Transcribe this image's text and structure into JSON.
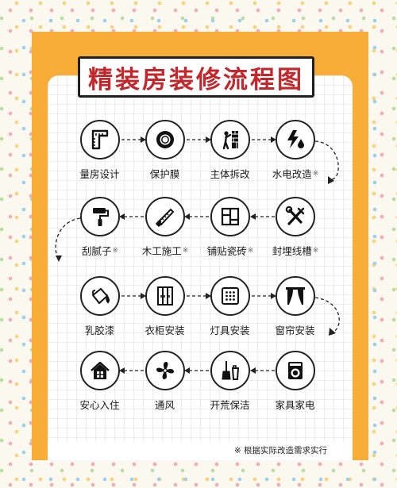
{
  "title": "精装房装修流程图",
  "steps": [
    {
      "label": "量房设计",
      "icon": "ruler-icon",
      "note": ""
    },
    {
      "label": "保护膜",
      "icon": "tape-roll-icon",
      "note": ""
    },
    {
      "label": "主体拆改",
      "icon": "demolition-icon",
      "note": ""
    },
    {
      "label": "水电改造",
      "icon": "water-electric-icon",
      "note": "※"
    },
    {
      "label": "封埋线槽",
      "icon": "tools-icon",
      "note": "※"
    },
    {
      "label": "铺贴瓷砖",
      "icon": "tiles-icon",
      "note": "※"
    },
    {
      "label": "木工施工",
      "icon": "saw-icon",
      "note": "※"
    },
    {
      "label": "刮腻子",
      "icon": "paint-roller-icon",
      "note": "※"
    },
    {
      "label": "乳胶漆",
      "icon": "paint-bucket-icon",
      "note": ""
    },
    {
      "label": "衣柜安装",
      "icon": "wardrobe-icon",
      "note": ""
    },
    {
      "label": "灯具安装",
      "icon": "light-panel-icon",
      "note": ""
    },
    {
      "label": "窗帘安装",
      "icon": "curtain-icon",
      "note": ""
    },
    {
      "label": "家具家电",
      "icon": "washing-machine-icon",
      "note": ""
    },
    {
      "label": "开荒保洁",
      "icon": "cleaning-icon",
      "note": ""
    },
    {
      "label": "通风",
      "icon": "fan-icon",
      "note": ""
    },
    {
      "label": "安心入住",
      "icon": "house-icon",
      "note": ""
    }
  ],
  "footer": "※ 根据实际改造需求实行"
}
